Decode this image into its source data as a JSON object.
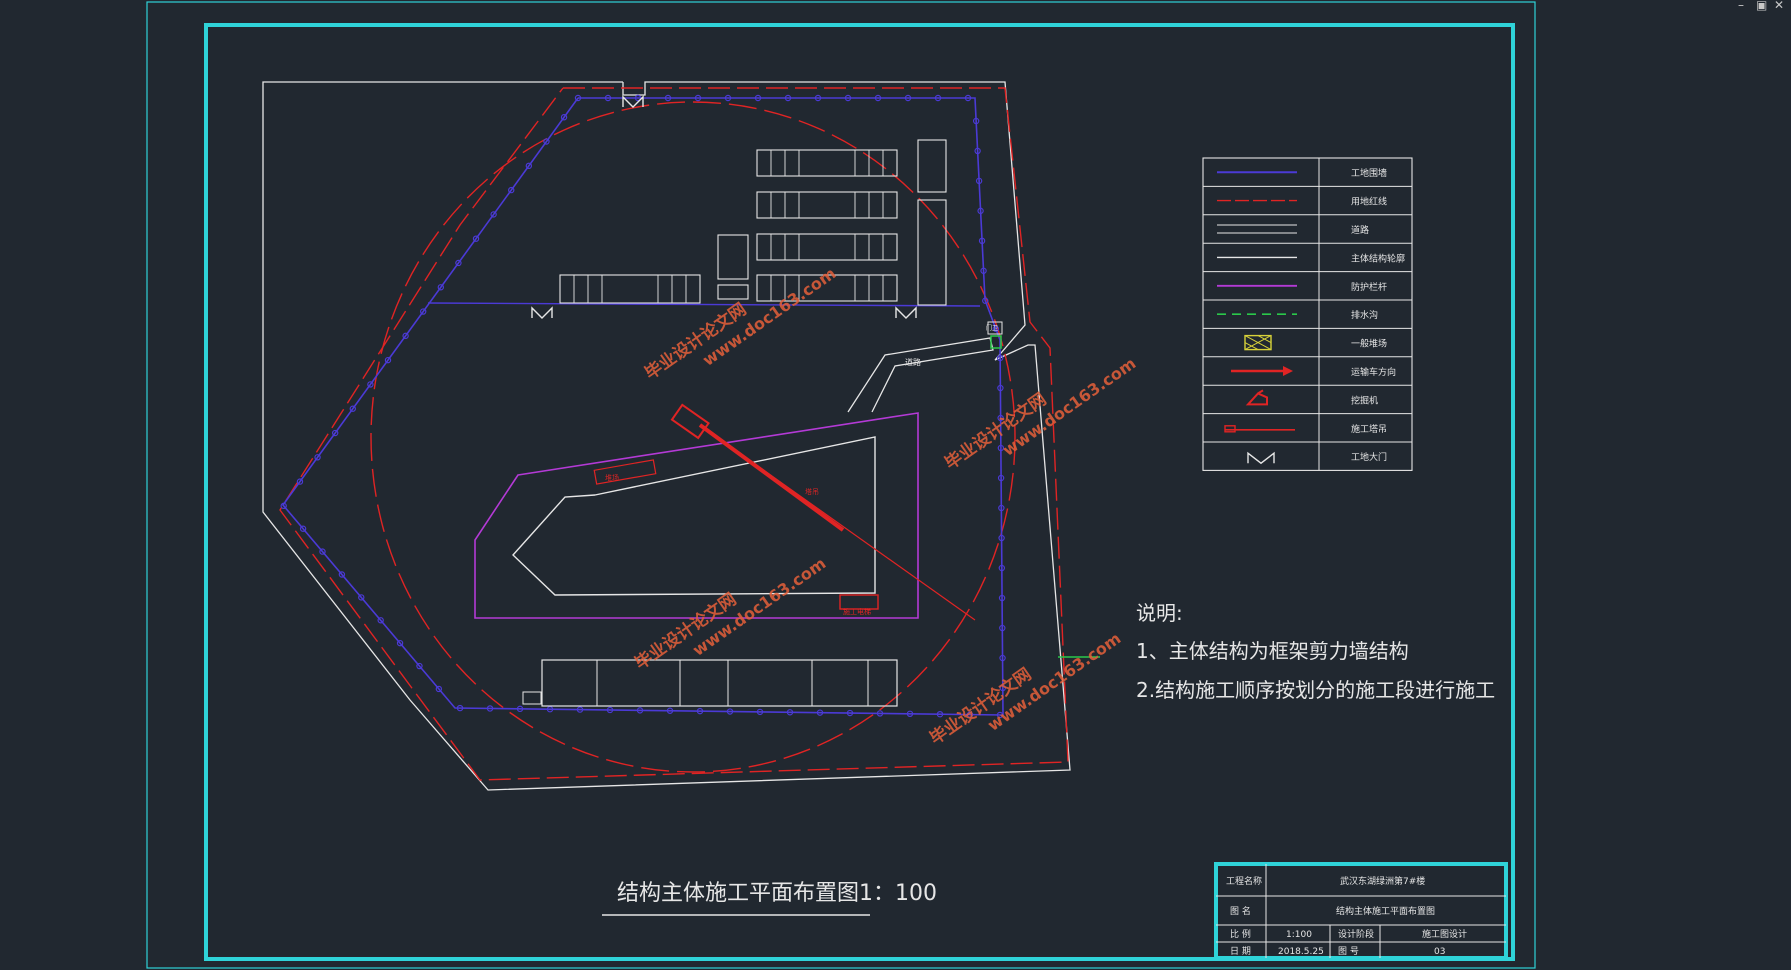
{
  "window_controls": [
    "–",
    "▣",
    "✕"
  ],
  "drawing": {
    "title": "结构主体施工平面布置图1：100",
    "notes_heading": "说明:",
    "notes": [
      "1、主体结构为框架剪力墙结构",
      "2.结构施工顺序按划分的施工段进行施工"
    ],
    "road_label": "道路",
    "crane_label": "塔吊",
    "stack_label": "堆场",
    "guard_label": "门卫",
    "hoist_label": "施工电梯",
    "watermark_cn": "毕业设计论文网",
    "watermark_url": "www.doc163.com"
  },
  "legend": [
    {
      "label": "工地围墙",
      "symbol": "fence"
    },
    {
      "label": "用地红线",
      "symbol": "redline"
    },
    {
      "label": "道路",
      "symbol": "road"
    },
    {
      "label": "主体结构轮廓",
      "symbol": "outline"
    },
    {
      "label": "防护栏杆",
      "symbol": "railing"
    },
    {
      "label": "排水沟",
      "symbol": "drain"
    },
    {
      "label": "一般堆场",
      "symbol": "yard"
    },
    {
      "label": "运输车方向",
      "symbol": "arrow"
    },
    {
      "label": "挖掘机",
      "symbol": "excavator"
    },
    {
      "label": "施工塔吊",
      "symbol": "crane"
    },
    {
      "label": "工地大门",
      "symbol": "gate"
    }
  ],
  "title_block": {
    "project_label": "工程名称",
    "project_value": "武汉东湖绿洲第7#楼",
    "drawing_label": "图 名",
    "drawing_value": "结构主体施工平面布置图",
    "scale_label": "比 例",
    "scale_value": "1:100",
    "stage_label": "设计阶段",
    "stage_value": "施工图设计",
    "date_label": "日 期",
    "date_value": "2018.5.25",
    "number_label": "图 号",
    "number_value": "03"
  },
  "colors": {
    "background": "#212830",
    "frame": "#2fd3d8",
    "site_line": "#e6e6e6",
    "red_line": "#e02424",
    "fence": "#4b3ad6",
    "railing": "#b43ad6",
    "drain": "#2bc84a",
    "yard": "#d8d23a",
    "watermark": "#e45f3a"
  }
}
